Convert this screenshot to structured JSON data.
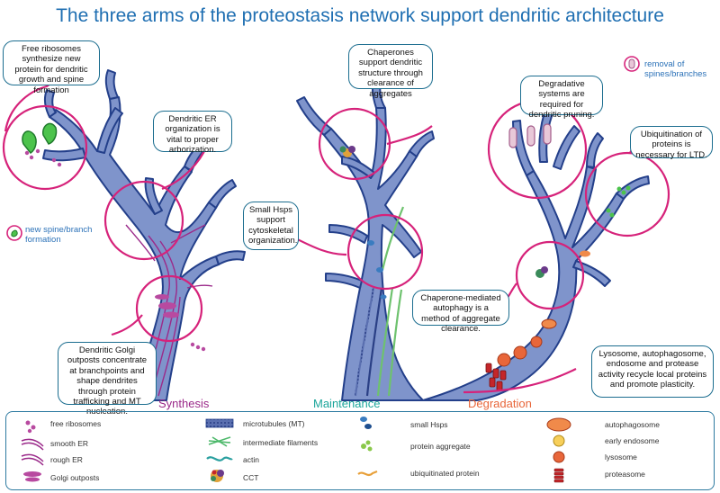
{
  "title": "The three arms of the proteostasis network support dendritic architecture",
  "callouts": {
    "free_ribosomes": "Free ribosomes synthesize new protein for dendritic growth and spine formation",
    "er_org": "Dendritic ER organization is vital to proper arborization.",
    "golgi": "Dendritic Golgi outposts concentrate at branchpoints and shape dendrites through protein trafficking and MT nucleation.",
    "chaperones": "Chaperones support dendritic structure through clearance of aggregates",
    "small_hsps": "Small Hsps support cytoskeletal organization.",
    "cma": "Chaperone-mediated autophagy is a method of aggregate clearance.",
    "degradative": "Degradative systems are required for dendritic pruning.",
    "ubiquitination": "Ubiquitination of proteins is necessary for LTD.",
    "lysosome": "Lysosome, autophagosome, endosome and  protease activity recycle local proteins and promote plasticity."
  },
  "side_labels": {
    "new_spine": "new spine/branch formation",
    "removal": "removal of spines/branches"
  },
  "arms": {
    "synthesis": "Synthesis",
    "maintenance": "Maintenance",
    "degradation": "Degradation"
  },
  "colors": {
    "title": "#1f6fb2",
    "dendrite_fill": "#7f94cb",
    "dendrite_stroke": "#233f8a",
    "circle": "#d6227a",
    "synthesis": "#9b2a8a",
    "maintenance": "#1aa59a",
    "degradation": "#e8663a"
  },
  "legend": {
    "col1": [
      "free ribosomes",
      "smooth ER",
      "rough ER",
      "Golgi outposts"
    ],
    "col2": [
      "microtubules (MT)",
      "intermediate filaments",
      "actin",
      "CCT"
    ],
    "col3": [
      "small Hsps",
      "protein aggregate",
      "ubiquitinated protein"
    ],
    "col4": [
      "autophagosome",
      "early endosome",
      "lysosome",
      "proteasome"
    ]
  }
}
